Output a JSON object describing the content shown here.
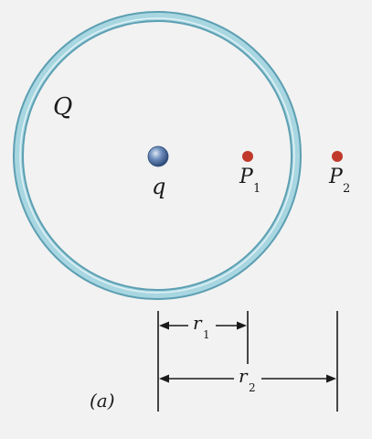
{
  "diagram": {
    "shell_label": "Q",
    "inner_charge_label": "q",
    "point1": {
      "letter": "P",
      "subscript": "1"
    },
    "point2": {
      "letter": "P",
      "subscript": "2"
    },
    "dimension1": {
      "letter": "r",
      "subscript": "1"
    },
    "dimension2": {
      "letter": "r",
      "subscript": "2"
    },
    "caption": "(a)"
  },
  "colors": {
    "background": "#f2f2f2",
    "shell": "#8fc6d3",
    "shell_edge": "#5c9fb2",
    "charge": "#4f74a6",
    "point": "#c0392b",
    "ink": "#1a1a1a"
  }
}
